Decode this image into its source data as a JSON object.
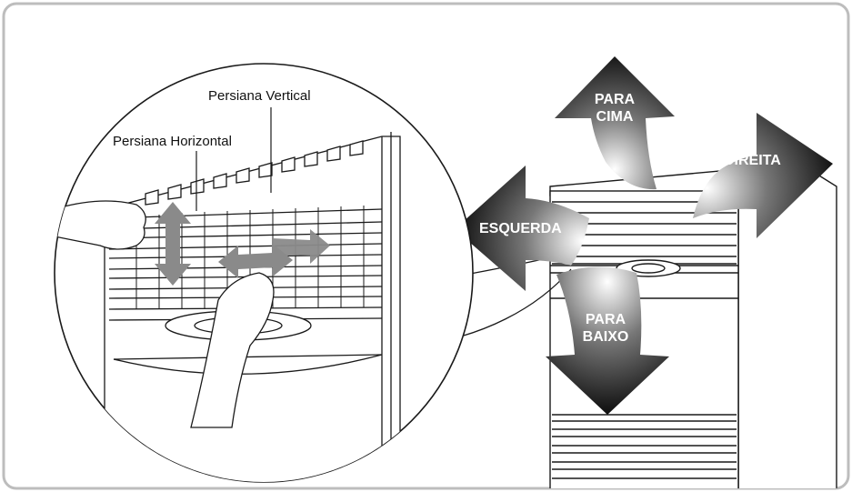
{
  "labels": {
    "vertical_louver": "Persiana Vertical",
    "horizontal_louver": "Persiana Horizontal"
  },
  "directions": {
    "up": [
      "PARA",
      "CIMA"
    ],
    "right": "DIREITA",
    "left": "ESQUERDA",
    "down": [
      "PARA",
      "BAIXO"
    ]
  },
  "colors": {
    "frame": "#bdbdbd",
    "ink": "#1a1a1a",
    "arrow_dark": "#111111",
    "arrow_light": "#ffffff"
  }
}
